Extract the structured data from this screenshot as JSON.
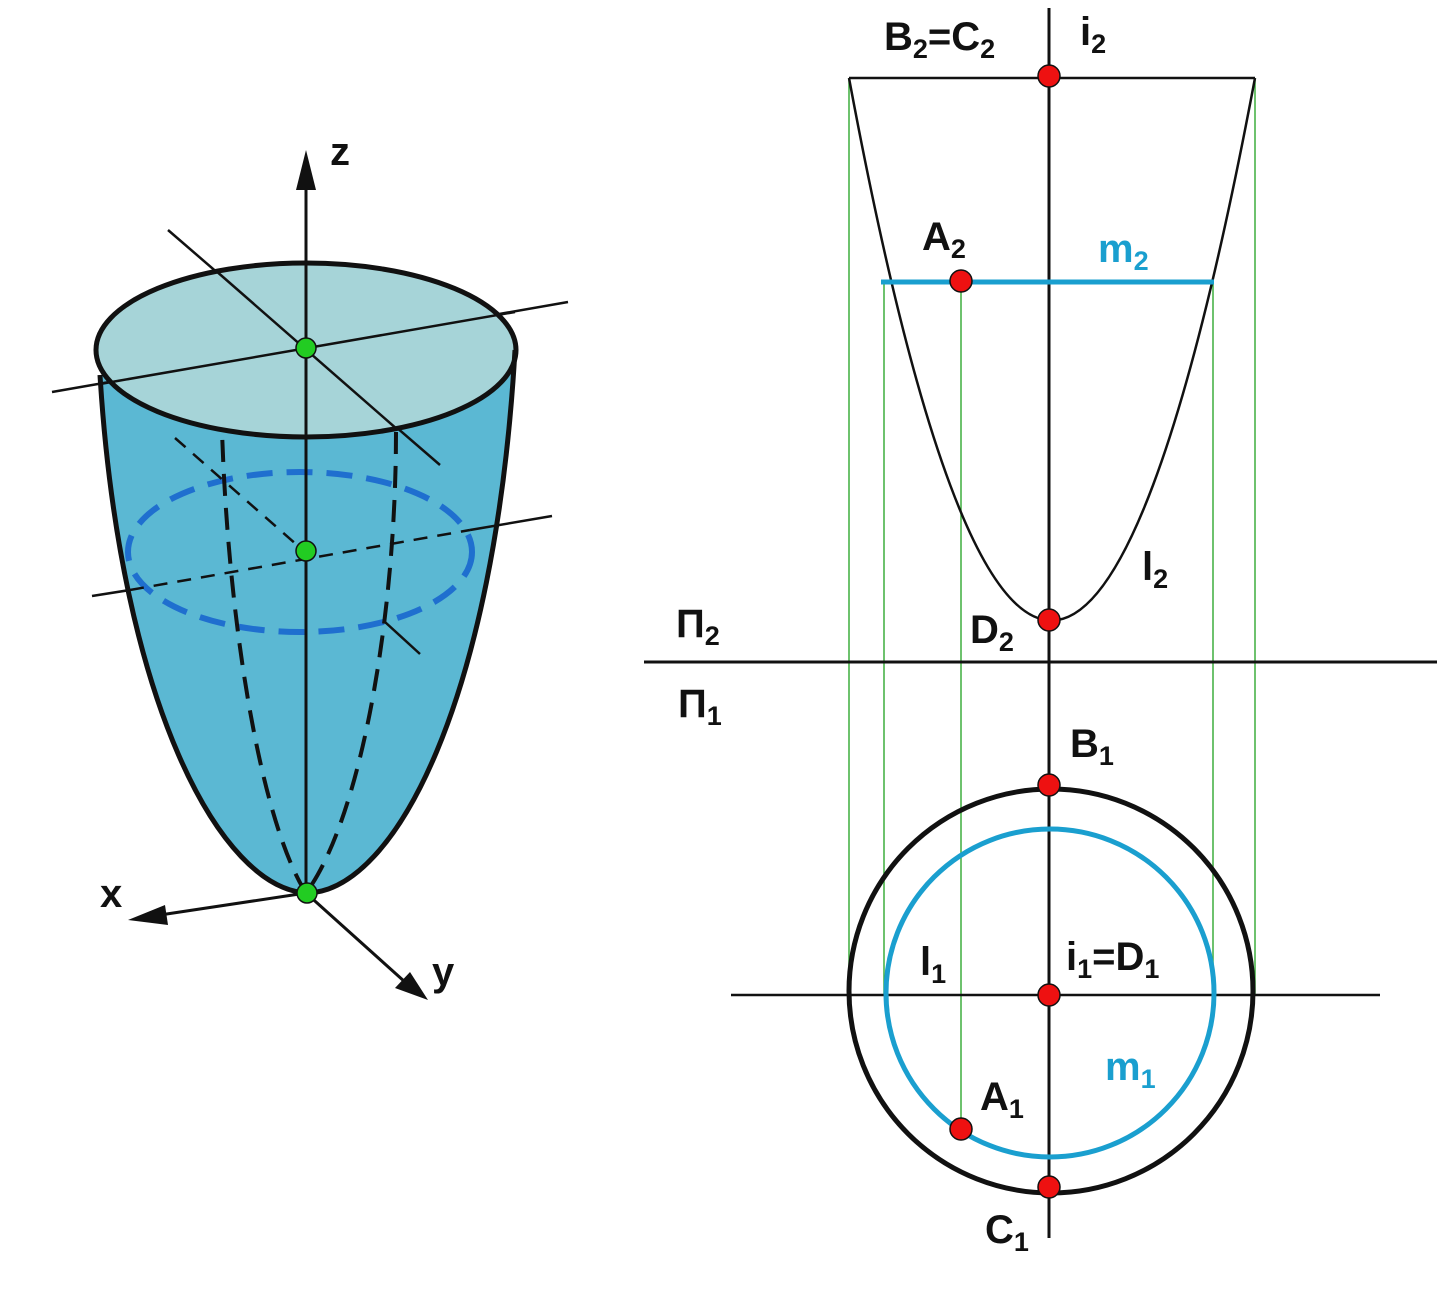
{
  "colors": {
    "background": "#ffffff",
    "body_fill": "#5bb8d3",
    "top_fill": "#a6d4d8",
    "ink": "#111111",
    "parallel_line": "#1a9fcf",
    "dashed_parallel": "#1f6fcf",
    "projection_line": "#3fae3f",
    "point_red": "#ee1111",
    "point_green": "#22cc22"
  },
  "axes_3d": {
    "z": "z",
    "x": "x",
    "y": "y"
  },
  "labels": {
    "b2_c2": {
      "base1": "B",
      "sub1": "2",
      "eq": "=C",
      "sub2": "2"
    },
    "i2": {
      "base": "i",
      "sub": "2"
    },
    "a2": {
      "base": "A",
      "sub": "2"
    },
    "m2": {
      "base": "m",
      "sub": "2"
    },
    "l2": {
      "base": "l",
      "sub": "2"
    },
    "d2": {
      "base": "D",
      "sub": "2"
    },
    "pi2": {
      "base": "П",
      "sub": "2"
    },
    "pi1": {
      "base": "П",
      "sub": "1"
    },
    "b1": {
      "base": "B",
      "sub": "1"
    },
    "l1": {
      "base": "l",
      "sub": "1"
    },
    "i1_d1": {
      "base1": "i",
      "sub1": "1",
      "eq": "=D",
      "sub2": "1"
    },
    "m1": {
      "base": "m",
      "sub": "1"
    },
    "a1": {
      "base": "A",
      "sub": "1"
    },
    "c1": {
      "base": "C",
      "sub": "1"
    }
  },
  "icons": {
    "point_marker": "circle-dot",
    "axis_arrow": "arrow-head"
  }
}
